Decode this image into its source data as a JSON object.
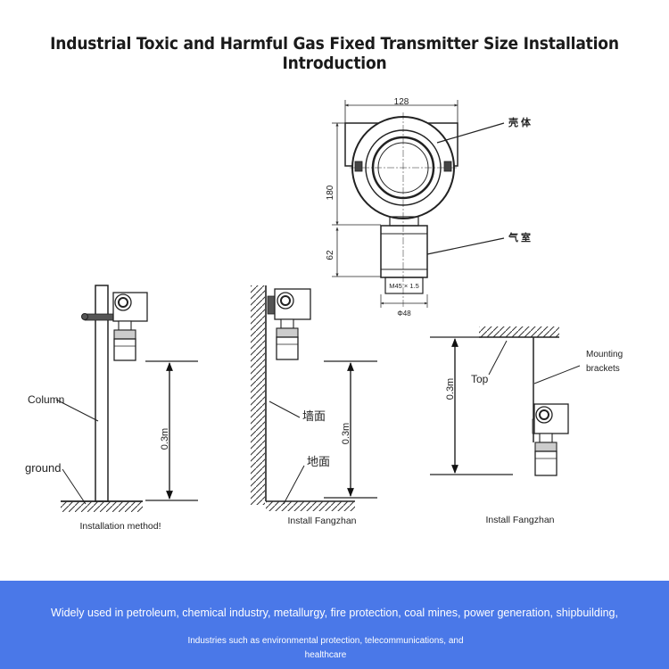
{
  "title": "Industrial Toxic and Harmful Gas Fixed Transmitter Size Installation Introduction",
  "dimensions": {
    "width": "128",
    "height": "180",
    "lower_height": "62",
    "thread": "M45 × 1.5",
    "diameter": "Φ48"
  },
  "callouts": {
    "housing": "壳 体",
    "gas_chamber": "气 室"
  },
  "installations": [
    {
      "labels": [
        "Column",
        "ground"
      ],
      "distance": "0.3m",
      "caption": "Installation method!"
    },
    {
      "labels": [
        "墙面",
        "地面"
      ],
      "distance": "0.3m",
      "caption": "Install Fangzhan"
    },
    {
      "labels": [
        "Top",
        "Mounting",
        "brackets"
      ],
      "distance": "0.3m",
      "caption": "Install Fangzhan"
    }
  ],
  "footer": {
    "line1": "Widely used in petroleum, chemical industry, metallurgy, fire protection, coal mines, power generation, shipbuilding,",
    "line2": "Industries such as environmental protection, telecommunications, and healthcare",
    "background": "#4a78e8"
  }
}
